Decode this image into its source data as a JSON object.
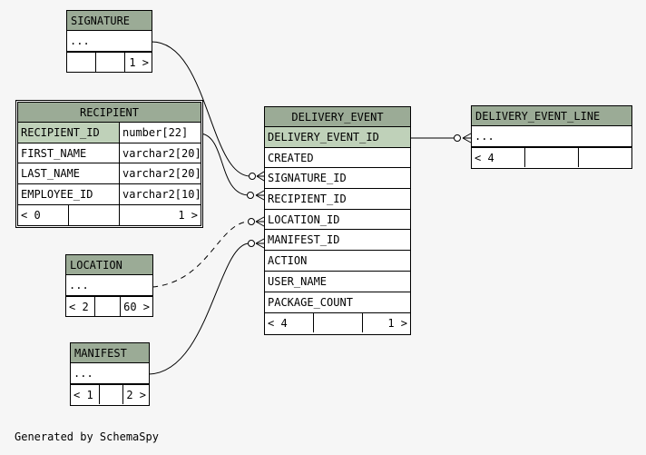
{
  "footer_text": "Generated by SchemaSpy",
  "signature": {
    "title": "SIGNATURE",
    "cols": [
      "..."
    ],
    "foot": [
      "",
      "",
      "1 >"
    ]
  },
  "recipient": {
    "title": "RECIPIENT",
    "rows": [
      [
        "RECIPIENT_ID",
        "number[22]"
      ],
      [
        "FIRST_NAME",
        "varchar2[20]"
      ],
      [
        "LAST_NAME",
        "varchar2[20]"
      ],
      [
        "EMPLOYEE_ID",
        "varchar2[10]"
      ]
    ],
    "foot": [
      "< 0",
      "",
      "1 >"
    ]
  },
  "location": {
    "title": "LOCATION",
    "cols": [
      "..."
    ],
    "foot": [
      "< 2",
      "",
      "60 >"
    ]
  },
  "manifest": {
    "title": "MANIFEST",
    "cols": [
      "..."
    ],
    "foot": [
      "< 1",
      "",
      "2 >"
    ]
  },
  "delivery_event": {
    "title": "DELIVERY_EVENT",
    "cols": [
      "DELIVERY_EVENT_ID",
      "CREATED",
      "SIGNATURE_ID",
      "RECIPIENT_ID",
      "LOCATION_ID",
      "MANIFEST_ID",
      "ACTION",
      "USER_NAME",
      "PACKAGE_COUNT"
    ],
    "foot": [
      "< 4",
      "",
      "1 >"
    ]
  },
  "delivery_event_line": {
    "title": "DELIVERY_EVENT_LINE",
    "cols": [
      "..."
    ],
    "foot": [
      "< 4",
      "",
      ""
    ]
  }
}
